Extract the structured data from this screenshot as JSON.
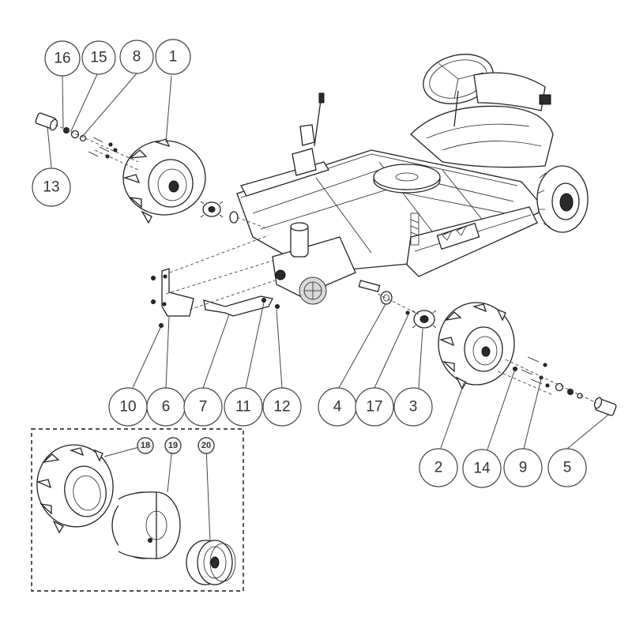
{
  "callouts": {
    "c1": "1",
    "c2": "2",
    "c3": "3",
    "c4": "4",
    "c5": "5",
    "c6": "6",
    "c7": "7",
    "c8": "8",
    "c9": "9",
    "c10": "10",
    "c11": "11",
    "c12": "12",
    "c13": "13",
    "c14": "14",
    "c15": "15",
    "c16": "16",
    "c17": "17",
    "c18": "18",
    "c19": "19",
    "c20": "20"
  },
  "colors": {
    "line": "#222222",
    "callout_stroke": "#444444",
    "background": "#ffffff"
  }
}
